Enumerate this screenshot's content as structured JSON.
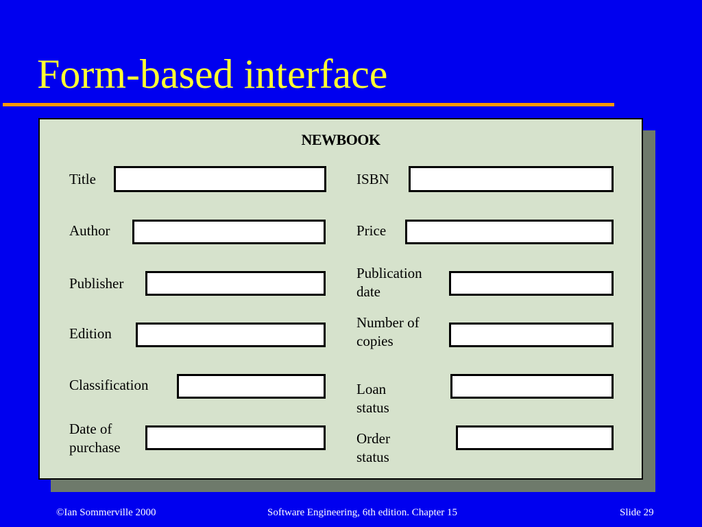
{
  "slide": {
    "title": "Form-based interface"
  },
  "form": {
    "heading": "NEWBOOK",
    "left_fields": {
      "title": {
        "label": "Title",
        "value": ""
      },
      "author": {
        "label": "Author",
        "value": ""
      },
      "publisher": {
        "label": "Publisher",
        "value": ""
      },
      "edition": {
        "label": "Edition",
        "value": ""
      },
      "classification": {
        "label": "Classification",
        "value": ""
      },
      "date_of_purchase": {
        "label_line1": "Date of",
        "label_line2": "purchase",
        "value": ""
      }
    },
    "right_fields": {
      "isbn": {
        "label": "ISBN",
        "value": ""
      },
      "price": {
        "label": "Price",
        "value": ""
      },
      "publication_date": {
        "label_line1": "Publication",
        "label_line2": "date",
        "value": ""
      },
      "number_of_copies": {
        "label_line1": "Number of",
        "label_line2": "copies",
        "value": ""
      },
      "loan_status": {
        "label_line1": "Loan",
        "label_line2": "status",
        "value": ""
      },
      "order_status": {
        "label_line1": "Order",
        "label_line2": "status",
        "value": ""
      }
    }
  },
  "footer": {
    "copyright": "©Ian Sommerville 2000",
    "book": "Software Engineering, 6th edition. Chapter 15",
    "slide_number": "Slide 29"
  },
  "colors": {
    "background": "#0000ef",
    "title": "#ffff33",
    "rule": "#ff9900",
    "panel": "#d6e2cc",
    "panel_shadow": "#6e7a6b"
  }
}
